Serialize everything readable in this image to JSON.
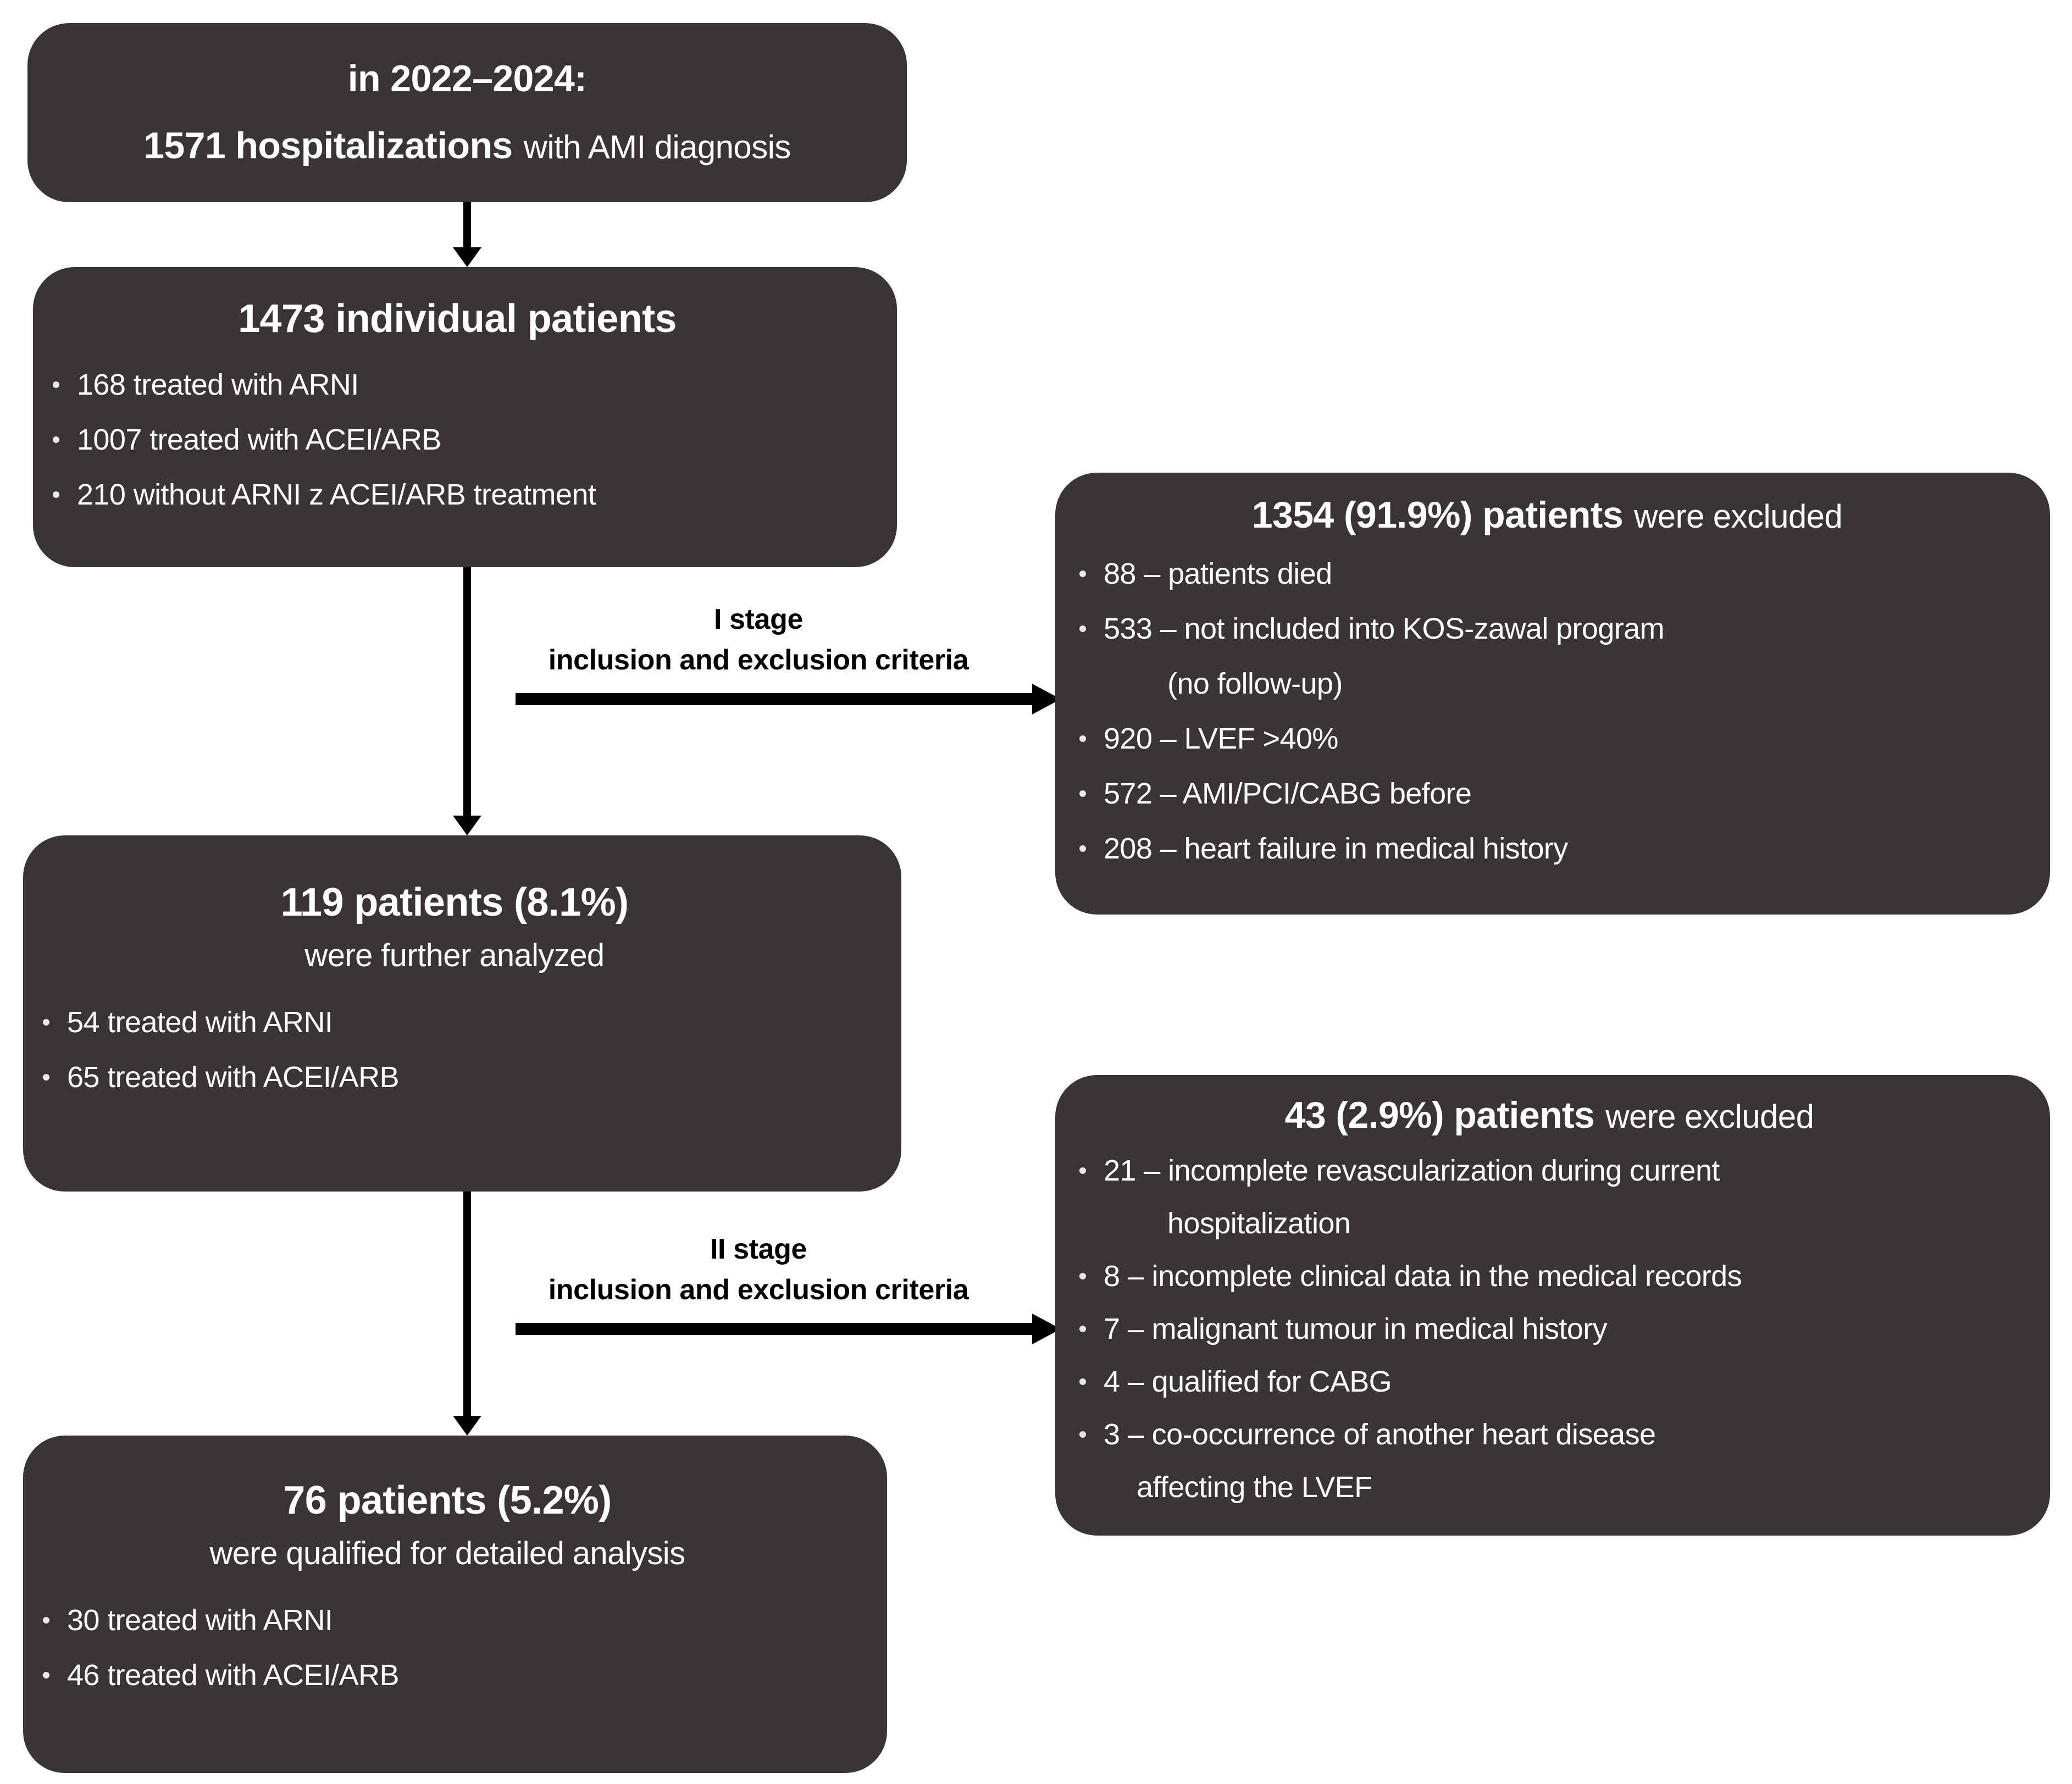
{
  "colors": {
    "node_background": "#3a3534",
    "node_text": "#ffffff",
    "arrow": "#000000",
    "page_background": "#ffffff"
  },
  "flow": {
    "box1": {
      "line1": "in 2022–2024:",
      "line2_bold": "1571 hospitalizations",
      "line2_rest": "with AMI diagnosis"
    },
    "arrow_stage1": {
      "line1": "I stage",
      "line2": "inclusion and exclusion criteria"
    },
    "box2": {
      "title": "1473 individual patients",
      "bullets": [
        "168 treated with ARNI",
        "1007 treated with ACEI/ARB",
        "210 without ARNI z ACEI/ARB treatment"
      ]
    },
    "excl1": {
      "title_bold": "1354 (91.9%) patients",
      "title_rest": "were excluded",
      "bullets": [
        {
          "text": "88 – patients died"
        },
        {
          "text": "533 – not included into KOS-zawal program",
          "cont": "(no follow-up)"
        },
        {
          "text": "920 – LVEF >40%"
        },
        {
          "text": "572 – AMI/PCI/CABG before"
        },
        {
          "text": "208 – heart failure in medical history"
        }
      ]
    },
    "box3": {
      "title": "119 patients (8.1%)",
      "subtitle": "were further analyzed",
      "bullets": [
        "54 treated with ARNI",
        "65 treated with ACEI/ARB"
      ]
    },
    "arrow_stage2": {
      "line1": "II stage",
      "line2": "inclusion and exclusion criteria"
    },
    "excl2": {
      "title_bold": "43 (2.9%) patients",
      "title_rest": "were excluded",
      "bullets": [
        {
          "text": "21 – incomplete revascularization during current",
          "cont": "hospitalization"
        },
        {
          "text": "8 – incomplete clinical data in the medical records"
        },
        {
          "text": "7 – malignant tumour in medical history"
        },
        {
          "text": "4 – qualified for CABG"
        },
        {
          "text": "3 – co-occurrence of another heart disease",
          "cont": "affecting the LVEF"
        }
      ]
    },
    "box4": {
      "title": "76 patients (5.2%)",
      "subtitle": "were qualified for detailed analysis",
      "bullets": [
        "30 treated with ARNI",
        "46 treated with ACEI/ARB"
      ]
    }
  }
}
